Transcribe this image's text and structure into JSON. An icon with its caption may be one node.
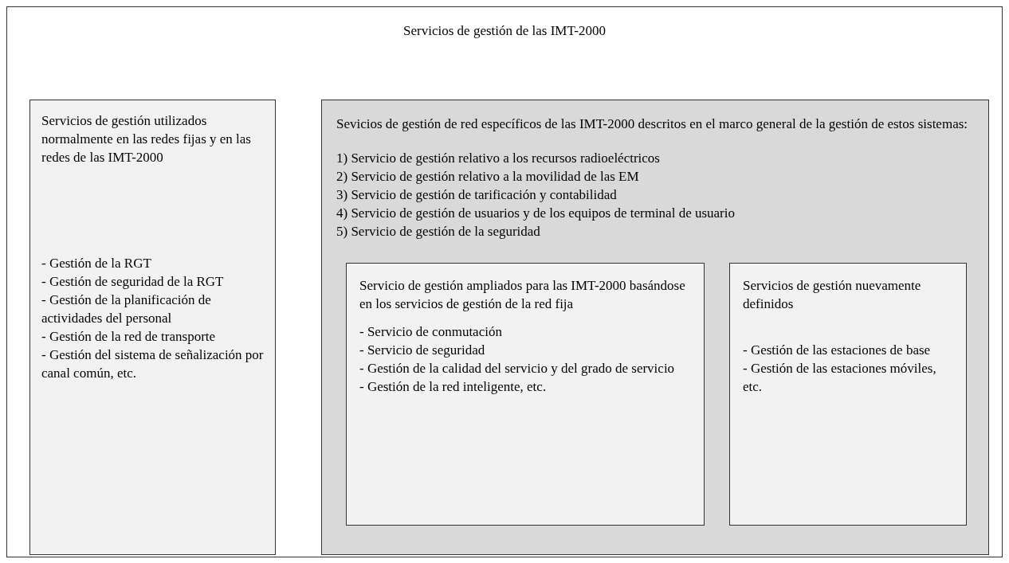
{
  "diagram": {
    "nodes": [
      {
        "text": [
          "Servicios de gestión de las IMT-2000"
        ]
      },
      {
        "text": [
          "Servicios de gestión utilizados normalmente en las redes fijas y en las redes de las IMT-2000",
          "- Gestión de la RGT",
          "- Gestión de seguridad de la RGT",
          "- Gestión de la planificación de actividades del personal",
          "- Gestión de la red de transporte",
          "- Gestión del sistema de señalización por canal común, etc."
        ],
        "in": 0
      },
      {
        "text": [
          "Sevicios de gestión de red específicos de las IMT-2000 descritos en el marco general de la gestión de estos sistemas:",
          "1) Servicio de gestión relativo a los recursos radioeléctricos",
          "2) Servicio de gestión relativo a la movilidad de las EM",
          "3) Servicio de gestión de tarificación y contabilidad",
          "4) Servicio de gestión de usuarios y de los equipos de terminal de usuario",
          "5) Servicio de gestión de la seguridad"
        ],
        "in": 0
      },
      {
        "text": [
          "Servicio de gestión ampliados para las IMT-2000 basándose en los servicios de gestión de la red fija",
          "- Servicio de conmutación",
          "- Servicio de seguridad",
          "- Gestión de la calidad del servicio y del grado de servicio",
          "- Gestión de la red inteligente, etc."
        ],
        "in": 2
      },
      {
        "text": [
          "Servicios de gestión nuevamente definidos",
          "- Gestión de las estaciones de base",
          "- Gestión de las estaciones móviles, etc."
        ],
        "in": 2
      }
    ]
  }
}
